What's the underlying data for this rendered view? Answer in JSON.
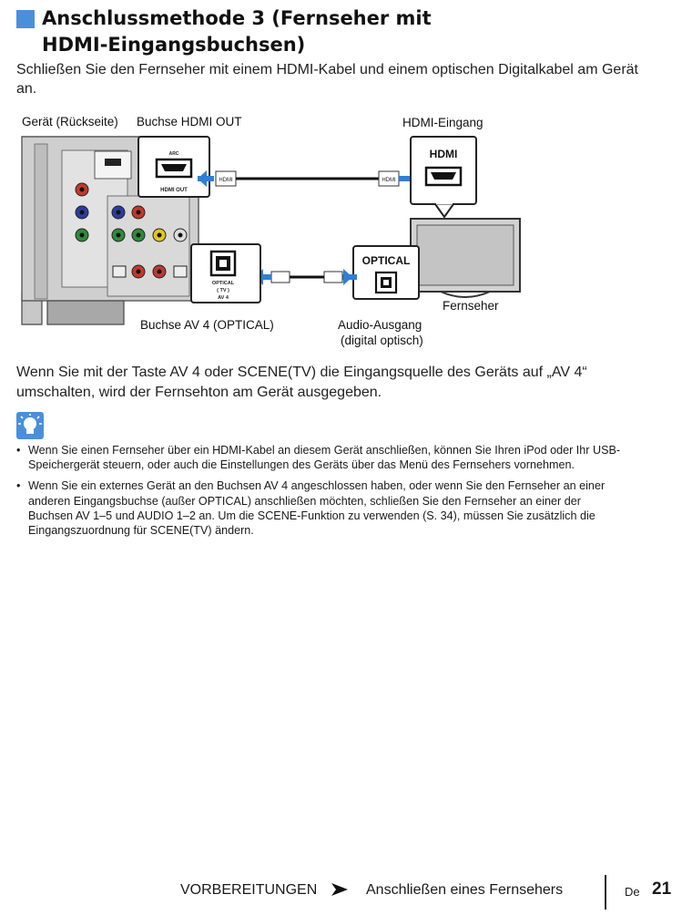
{
  "section": {
    "title_line1": "Anschlussmethode 3 (Fernseher mit",
    "title_line2": "HDMI-Eingangsbuchsen)",
    "accent_color": "#4a90d9"
  },
  "intro": "Schließen Sie den Fernseher mit einem HDMI-Kabel und einem optischen Digitalkabel am Gerät an.",
  "diagram": {
    "label_device": "Gerät (Rückseite)",
    "label_hdmi_out": "Buchse HDMI OUT",
    "label_hdmi_in": "HDMI-Eingang",
    "label_av4": "Buchse AV 4 (OPTICAL)",
    "label_audio_out_1": "Audio-Ausgang",
    "label_audio_out_2": "(digital optisch)",
    "label_tv": "Fernseher",
    "jack_hdmi_in": "HDMI",
    "jack_optical": "OPTICAL",
    "plug_hdmi": "HDMI",
    "panel_arc": "ARC",
    "panel_hdmi_out": "HDMI OUT",
    "panel_optical": "OPTICAL",
    "panel_tv": "( TV )",
    "panel_av4": "AV 4",
    "accent_color": "#2e7fd6"
  },
  "body_text": "Wenn Sie mit der Taste AV 4 oder SCENE(TV) die Eingangsquelle des Geräts auf „AV 4“ umschalten, wird der Fernsehton am Gerät ausgegeben.",
  "hint_icon": "lightbulb-icon",
  "bullet_char": "•",
  "bullets": [
    "Wenn Sie einen Fernseher über ein HDMI-Kabel an diesem Gerät anschließen, können Sie Ihren iPod oder Ihr USB-Speichergerät steuern, oder auch die Einstellungen des Geräts über das Menü des Fernsehers vornehmen.",
    "Wenn Sie ein externes Gerät an den Buchsen AV 4 angeschlossen haben, oder wenn Sie den Fernseher an einer anderen Eingangsbuchse (außer OPTICAL) anschließen möchten, schließen Sie den Fernseher an einer der Buchsen AV 1–5 und AUDIO 1–2 an. Um die SCENE-Funktion zu verwenden (S. 34), müssen Sie zusätzlich die Eingangszuordnung für SCENE(TV) ändern."
  ],
  "footer": {
    "section": "VORBEREITUNGEN",
    "subsection": "Anschließen eines Fernsehers",
    "language": "De",
    "page": "21"
  }
}
